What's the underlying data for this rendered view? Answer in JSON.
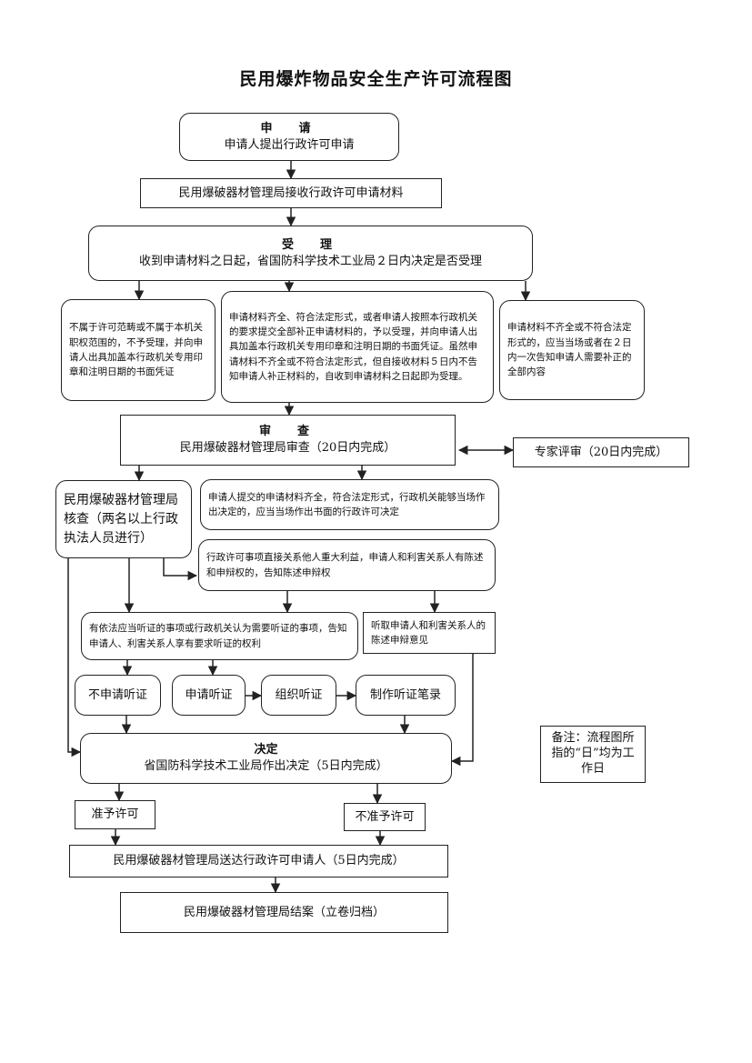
{
  "title": "民用爆炸物品安全生产许可流程图",
  "apply": {
    "head": "申　请",
    "text": "申请人提出行政许可申请"
  },
  "receive": {
    "text": "民用爆破器材管理局接收行政许可申请材料"
  },
  "accept": {
    "head": "受　理",
    "text": "收到申请材料之日起，省国防科学技术工业局２日内决定是否受理"
  },
  "not_accept": {
    "text": "不属于许可范畴或不属于本机关职权范围的，不予受理，并向申请人出具加盖本行政机关专用印章和注明日期的书面凭证"
  },
  "accept_complete": {
    "text": "申请材料齐全、符合法定形式，或者申请人按照本行政机关的要求提交全部补正申请材料的，予以受理，并向申请人出具加盖本行政机关专用印章和注明日期的书面凭证。虽然申请材料不齐全或不符合法定形式，但自接收材料５日内不告知申请人补正材料的，自收到申请材料之日起即为受理。"
  },
  "incomplete": {
    "text": "申请材料不齐全或不符合法定形式的，应当当场或者在２日内一次告知申请人需要补正的全部内容"
  },
  "review": {
    "head": "审　查",
    "text": "民用爆破器材管理局审查（20日内完成）"
  },
  "expert": {
    "text": "专家评审（20日内完成）"
  },
  "verify": {
    "text": "民用爆破器材管理局核查（两名以上行政执法人员进行）"
  },
  "onsite": {
    "text": "申请人提交的申请材料齐全，符合法定形式，行政机关能够当场作出决定的，应当当场作出书面的行政许可决定"
  },
  "interest": {
    "text": "行政许可事项直接关系他人重大利益，申请人和利害关系人有陈述和申辩权的，告知陈述申辩权"
  },
  "hearing_notice": {
    "text": "有依法应当听证的事项或行政机关认为需要听证的事项，告知申请人、利害关系人享有要求听证的权利"
  },
  "statement": {
    "text": "听取申请人和利害关系人的陈述申辩意见"
  },
  "no_hearing": {
    "text": "不申请听证"
  },
  "apply_hearing": {
    "text": "申请听证"
  },
  "organize_hearing": {
    "text": "组织听证"
  },
  "hearing_record": {
    "text": "制作听证笔录"
  },
  "decision": {
    "head": "决定",
    "text": "省国防科学技术工业局作出决定（5日内完成）"
  },
  "grant": {
    "text": "准予许可"
  },
  "deny": {
    "text": "不准予许可"
  },
  "deliver": {
    "text": "民用爆破器材管理局送达行政许可申请人（5日内完成）"
  },
  "close": {
    "text": "民用爆破器材管理局结案（立卷归档）"
  },
  "note": {
    "text": "备注：流程图所指的“日”均为工作日"
  }
}
